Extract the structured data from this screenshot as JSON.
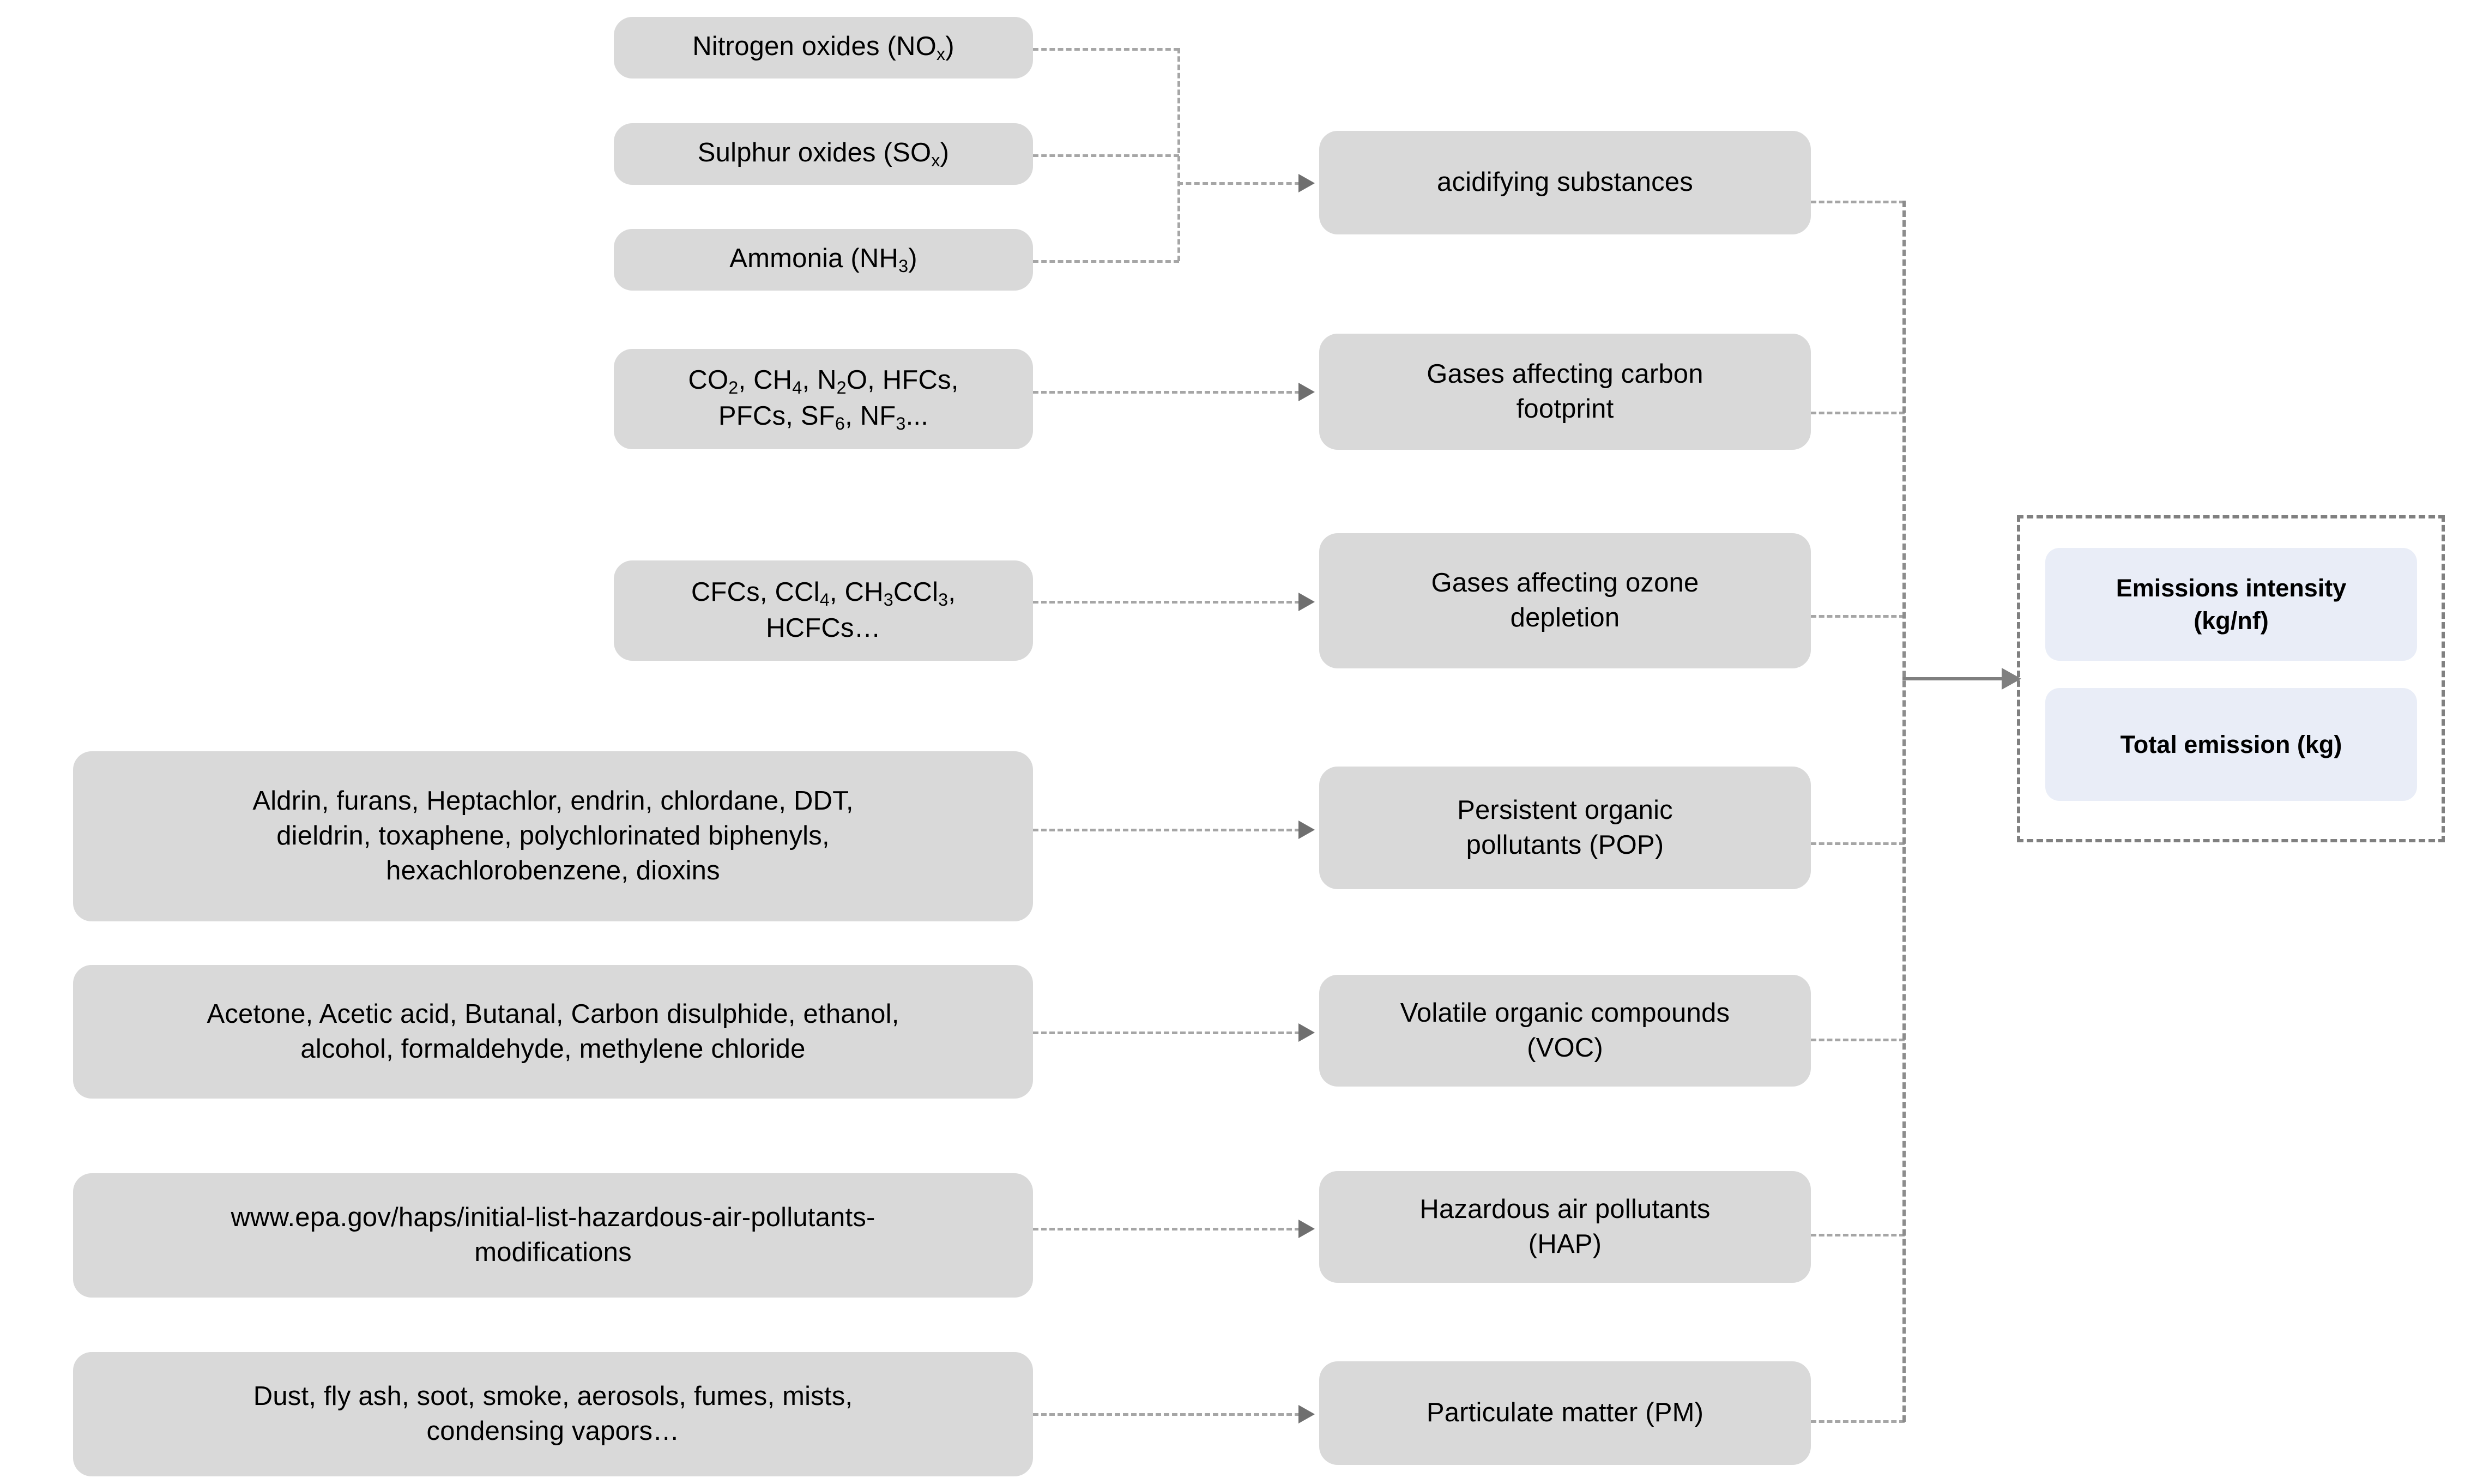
{
  "diagram": {
    "title": "Emission substance classification flow",
    "colors": {
      "node_fill": "#d9d9d9",
      "output_fill": "#e9edf7",
      "connector": "#a6a6a6",
      "arrow": "#7f7f7f",
      "frame_dashed": "#808080",
      "text": "#000000"
    }
  },
  "substances": [
    {
      "id": "nox",
      "label": "Nitrogen oxides (NOx)",
      "html": "Nitrogen oxides (NO<sub>x</sub>)"
    },
    {
      "id": "sox",
      "label": "Sulphur oxides (SOx)",
      "html": "Sulphur oxides (SO<sub>x</sub>)"
    },
    {
      "id": "nh3",
      "label": "Ammonia (NH3)",
      "html": "Ammonia (NH<sub>3</sub>)"
    },
    {
      "id": "ghg",
      "label": "CO2, CH4, N2O, HFCs, PFCs, SF6, NF3...",
      "html": "CO<sub>2</sub>, CH<sub>4</sub>, N<sub>2</sub>O, HFCs,<br>PFCs, SF<sub>6</sub>, NF<sub>3</sub>..."
    },
    {
      "id": "ods",
      "label": "CFCs, CCl4, CH3CCl3, HCFCs…",
      "html": "CFCs, CCl<sub>4</sub>, CH<sub>3</sub>CCl<sub>3</sub>,<br>HCFCs…"
    },
    {
      "id": "pops",
      "label": "Aldrin, furans, Heptachlor, endrin, chlordane, DDT, dieldrin, toxaphene, polychlorinated biphenyls, hexachlorobenzene, dioxins",
      "html": "Aldrin, furans, Heptachlor, endrin, chlordane, DDT,<br>dieldrin, toxaphene, polychlorinated biphenyls,<br>hexachlorobenzene, dioxins"
    },
    {
      "id": "vocs",
      "label": "Acetone, Acetic acid, Butanal, Carbon disulphide, ethanol, alcohol, formaldehyde, methylene chloride",
      "html": "Acetone, Acetic acid, Butanal, Carbon disulphide, ethanol,<br>alcohol, formaldehyde, methylene chloride"
    },
    {
      "id": "haps",
      "label": "www.epa.gov/haps/initial-list-hazardous-air-pollutants-modifications",
      "html": "www.epa.gov/haps/initial-list-hazardous-air-pollutants-<br>modifications"
    },
    {
      "id": "pms",
      "label": "Dust, fly ash, soot, smoke, aerosols, fumes, mists, condensing vapors…",
      "html": "Dust, fly ash, soot, smoke, aerosols, fumes, mists,<br>condensing vapors…"
    }
  ],
  "categories": [
    {
      "id": "acid",
      "label": "acidifying substances",
      "html": "acidifying substances"
    },
    {
      "id": "carb",
      "label": "Gases affecting carbon footprint",
      "html": "Gases affecting carbon<br>footprint"
    },
    {
      "id": "ozon",
      "label": "Gases affecting ozone depletion",
      "html": "Gases affecting ozone<br>depletion"
    },
    {
      "id": "pop",
      "label": "Persistent organic pollutants (POP)",
      "html": "Persistent organic<br>pollutants (POP)"
    },
    {
      "id": "voc",
      "label": "Volatile organic compounds (VOC)",
      "html": "Volatile organic compounds<br>(VOC)"
    },
    {
      "id": "hap",
      "label": "Hazardous air pollutants (HAP)",
      "html": "Hazardous air pollutants<br>(HAP)"
    },
    {
      "id": "pm",
      "label": "Particulate matter (PM)",
      "html": "Particulate matter (PM)"
    }
  ],
  "outputs": [
    {
      "id": "intensity",
      "label": "Emissions intensity (kg/nf)",
      "html": "Emissions intensity<br>(kg/nf)"
    },
    {
      "id": "total",
      "label": "Total emission (kg)",
      "html": "Total emission (kg)"
    }
  ]
}
